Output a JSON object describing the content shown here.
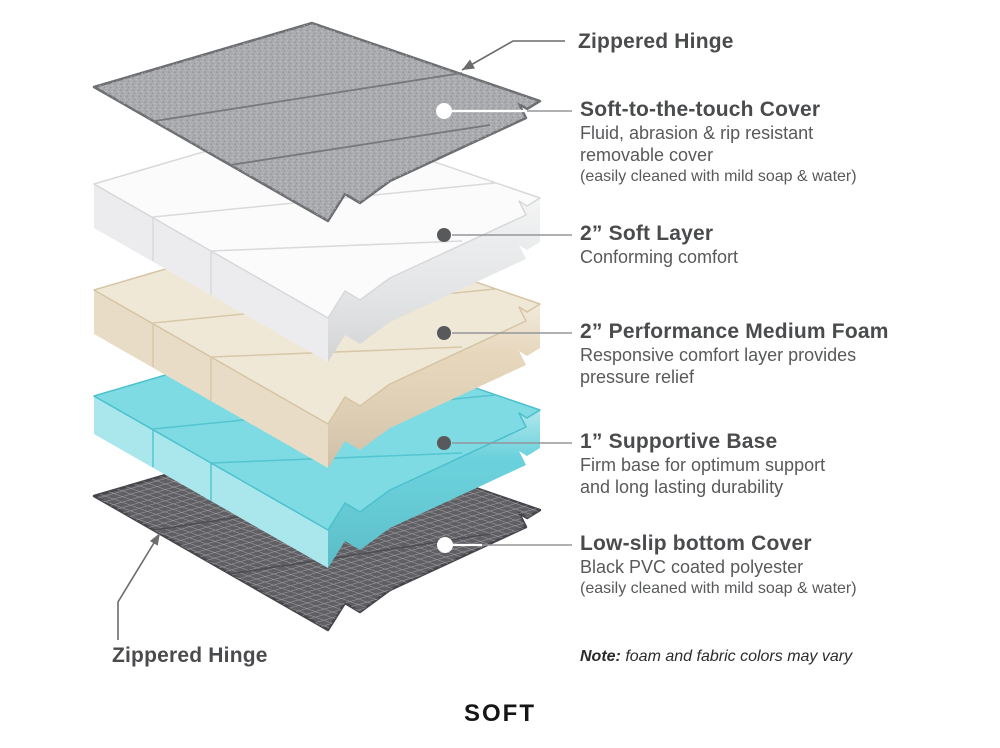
{
  "title": "SOFT",
  "hinge_top_label": "Zippered Hinge",
  "hinge_bottom_label": "Zippered Hinge",
  "note": {
    "prefix": "Note:",
    "text": " foam and fabric colors may vary"
  },
  "callouts": [
    {
      "heading": "Soft-to-the-touch Cover",
      "lines": [
        "Fluid, abrasion & rip resistant",
        "removable cover"
      ],
      "paren": "(easily cleaned with mild soap & water)"
    },
    {
      "heading": "2” Soft Layer",
      "lines": [
        "Conforming comfort"
      ]
    },
    {
      "heading": "2” Performance Medium Foam",
      "lines": [
        "Responsive comfort layer provides",
        "pressure relief"
      ]
    },
    {
      "heading": "1” Supportive Base",
      "lines": [
        "Firm base for optimum support",
        "and long lasting durability"
      ]
    },
    {
      "heading": "Low-slip bottom Cover",
      "lines": [
        "Black PVC coated polyester"
      ],
      "paren": "(easily cleaned with mild soap & water)"
    }
  ],
  "layers": [
    {
      "name": "top fabric cover"
    },
    {
      "name": "soft foam layer"
    },
    {
      "name": "performance medium foam"
    },
    {
      "name": "supportive base"
    },
    {
      "name": "low-slip bottom cover"
    }
  ],
  "colors": {
    "cover_base": "#a9abae",
    "cover_edge": "#6d6e71",
    "cover_seam": "#77787b",
    "speckle_dark": "#909296",
    "speckle_light": "#c6c7c9",
    "foam_white_top": "#fbfbfc",
    "foam_white_left": "#ececee",
    "foam_white_front": "#e9eaeb",
    "foam_white_seam": "#d9dadc",
    "foam_white_edge": "#d7d8da",
    "cream_top": "#f0e8d7",
    "cream_left": "#e8dcc6",
    "cream_front": "#e5d5b9",
    "cream_seam": "#d8c8a9",
    "cream_edge": "#d6c5a5",
    "cyan_top": "#7edbe3",
    "cyan_left": "#a9e7ec",
    "cyan_front": "#63cfda",
    "cyan_seam": "#54c5d1",
    "cyan_edge": "#4cc0cd",
    "bottom_base": "#5f5f64",
    "bottom_grid": "#96969a",
    "bottom_edge": "#46464a",
    "bottom_seam": "#4c4c51",
    "leader_gray": "#949699",
    "leader_white": "#ffffff",
    "hinge_line": "#6b6c6e",
    "dot_dark": "#58595b",
    "heading_text": "#4a4b4d",
    "body_text": "#58595b",
    "note_text": "#2b2b2c",
    "title_text": "#151515"
  }
}
